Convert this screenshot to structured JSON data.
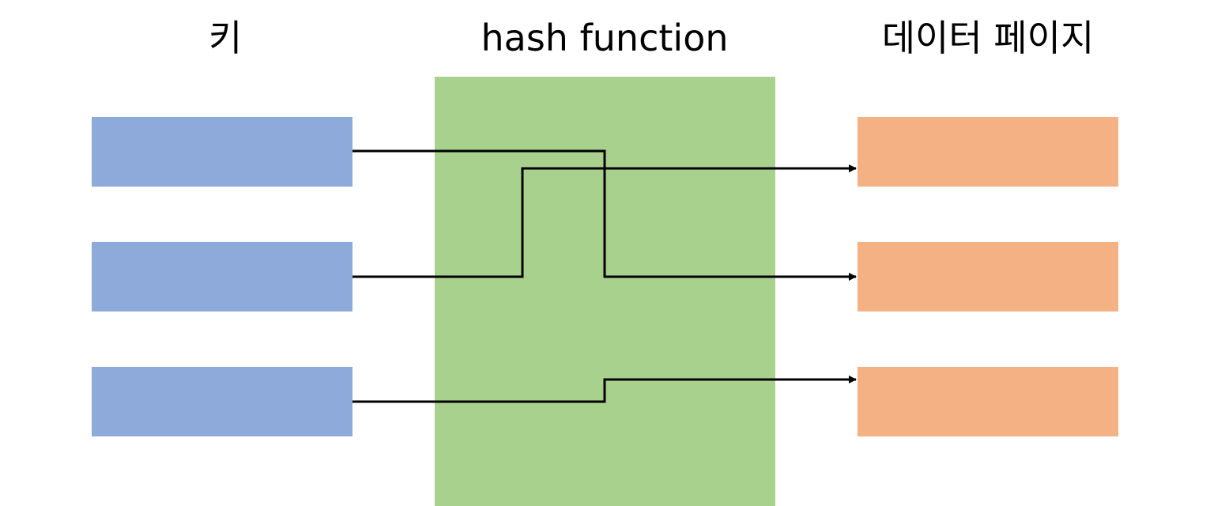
{
  "headings": {
    "keys": "키",
    "hash_function": "hash function",
    "data_pages": "데이터 페이지"
  },
  "colors": {
    "key_box": "#8eaadb",
    "hash_box": "#a9d18e",
    "page_box": "#f4b183",
    "connector": "#000000"
  },
  "mappings": [
    {
      "from_key": 1,
      "to_page": 2
    },
    {
      "from_key": 2,
      "to_page": 1
    },
    {
      "from_key": 3,
      "to_page": 3
    }
  ]
}
